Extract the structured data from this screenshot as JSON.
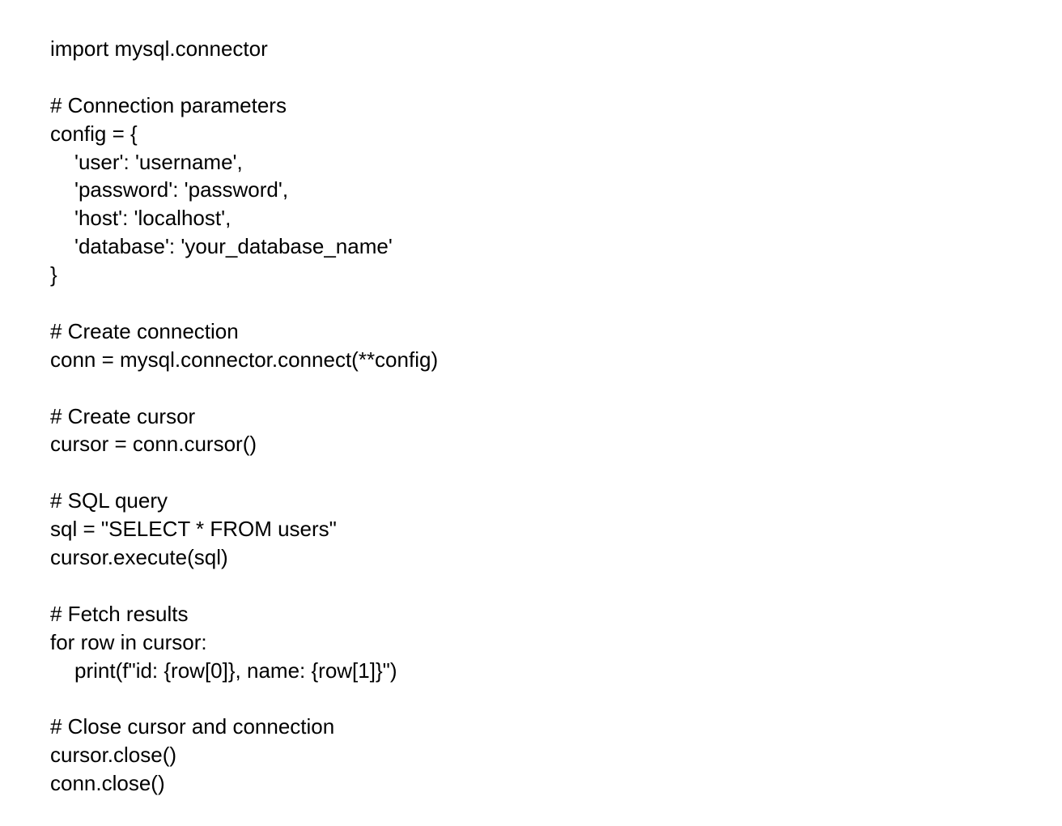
{
  "document": {
    "lines": [
      {
        "text": "import mysql.connector",
        "indent": 0
      },
      {
        "text": "",
        "indent": 0
      },
      {
        "text": "# Connection parameters",
        "indent": 0
      },
      {
        "text": "config = {",
        "indent": 0
      },
      {
        "text": "'user': 'username',",
        "indent": 1
      },
      {
        "text": "'password': 'password',",
        "indent": 1
      },
      {
        "text": "'host': 'localhost',",
        "indent": 1
      },
      {
        "text": "'database': 'your_database_name'",
        "indent": 1
      },
      {
        "text": "}",
        "indent": 0
      },
      {
        "text": "",
        "indent": 0
      },
      {
        "text": "# Create connection",
        "indent": 0
      },
      {
        "text": "conn = mysql.connector.connect(**config)",
        "indent": 0
      },
      {
        "text": "",
        "indent": 0
      },
      {
        "text": "# Create cursor",
        "indent": 0
      },
      {
        "text": "cursor = conn.cursor()",
        "indent": 0
      },
      {
        "text": "",
        "indent": 0
      },
      {
        "text": "# SQL query",
        "indent": 0
      },
      {
        "text": "sql = \"SELECT * FROM users\"",
        "indent": 0
      },
      {
        "text": "cursor.execute(sql)",
        "indent": 0
      },
      {
        "text": "",
        "indent": 0
      },
      {
        "text": "# Fetch results",
        "indent": 0
      },
      {
        "text": "for row in cursor:",
        "indent": 0
      },
      {
        "text": "print(f\"id: {row[0]}, name: {row[1]}\")",
        "indent": 1
      },
      {
        "text": "",
        "indent": 0
      },
      {
        "text": "# Close cursor and connection",
        "indent": 0
      },
      {
        "text": "cursor.close()",
        "indent": 0
      },
      {
        "text": "conn.close()",
        "indent": 0
      }
    ]
  }
}
